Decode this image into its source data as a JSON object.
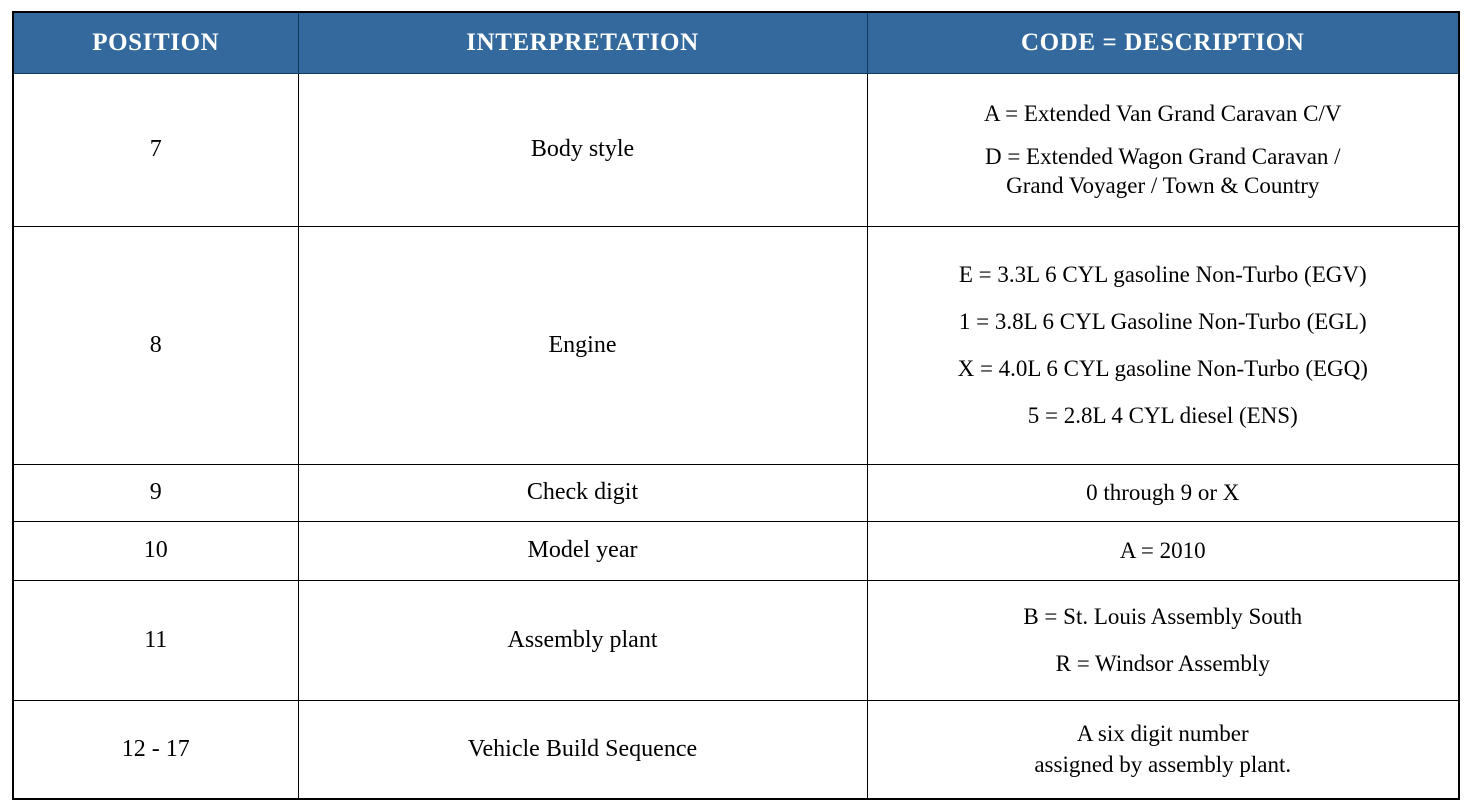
{
  "table": {
    "accent_color": "#33699D",
    "header_text_color": "#FFFFFF",
    "border_color": "#000000",
    "columns": [
      {
        "key": "position",
        "label": "POSITION"
      },
      {
        "key": "interpretation",
        "label": "INTERPRETATION"
      },
      {
        "key": "code",
        "label": "CODE = DESCRIPTION"
      }
    ],
    "rows": [
      {
        "position": "7",
        "interpretation": "Body style",
        "code_lines": [
          "A = Extended Van Grand Caravan C/V",
          "D = Extended Wagon Grand Caravan /\nGrand Voyager / Town & Country"
        ]
      },
      {
        "position": "8",
        "interpretation": "Engine",
        "code_lines": [
          "E = 3.3L 6 CYL gasoline Non-Turbo (EGV)",
          "1 = 3.8L 6 CYL Gasoline Non-Turbo (EGL)",
          "X = 4.0L 6 CYL gasoline Non-Turbo (EGQ)",
          "5 = 2.8L 4 CYL diesel (ENS)"
        ]
      },
      {
        "position": "9",
        "interpretation": "Check digit",
        "code_lines": [
          "0 through 9 or X"
        ]
      },
      {
        "position": "10",
        "interpretation": "Model year",
        "code_lines": [
          "A = 2010"
        ]
      },
      {
        "position": "11",
        "interpretation": "Assembly plant",
        "code_lines": [
          "B = St. Louis Assembly South",
          "R = Windsor Assembly"
        ]
      },
      {
        "position": "12 - 17",
        "interpretation": "Vehicle Build Sequence",
        "code_lines": [
          "A six digit number",
          "assigned by assembly plant."
        ]
      }
    ]
  }
}
